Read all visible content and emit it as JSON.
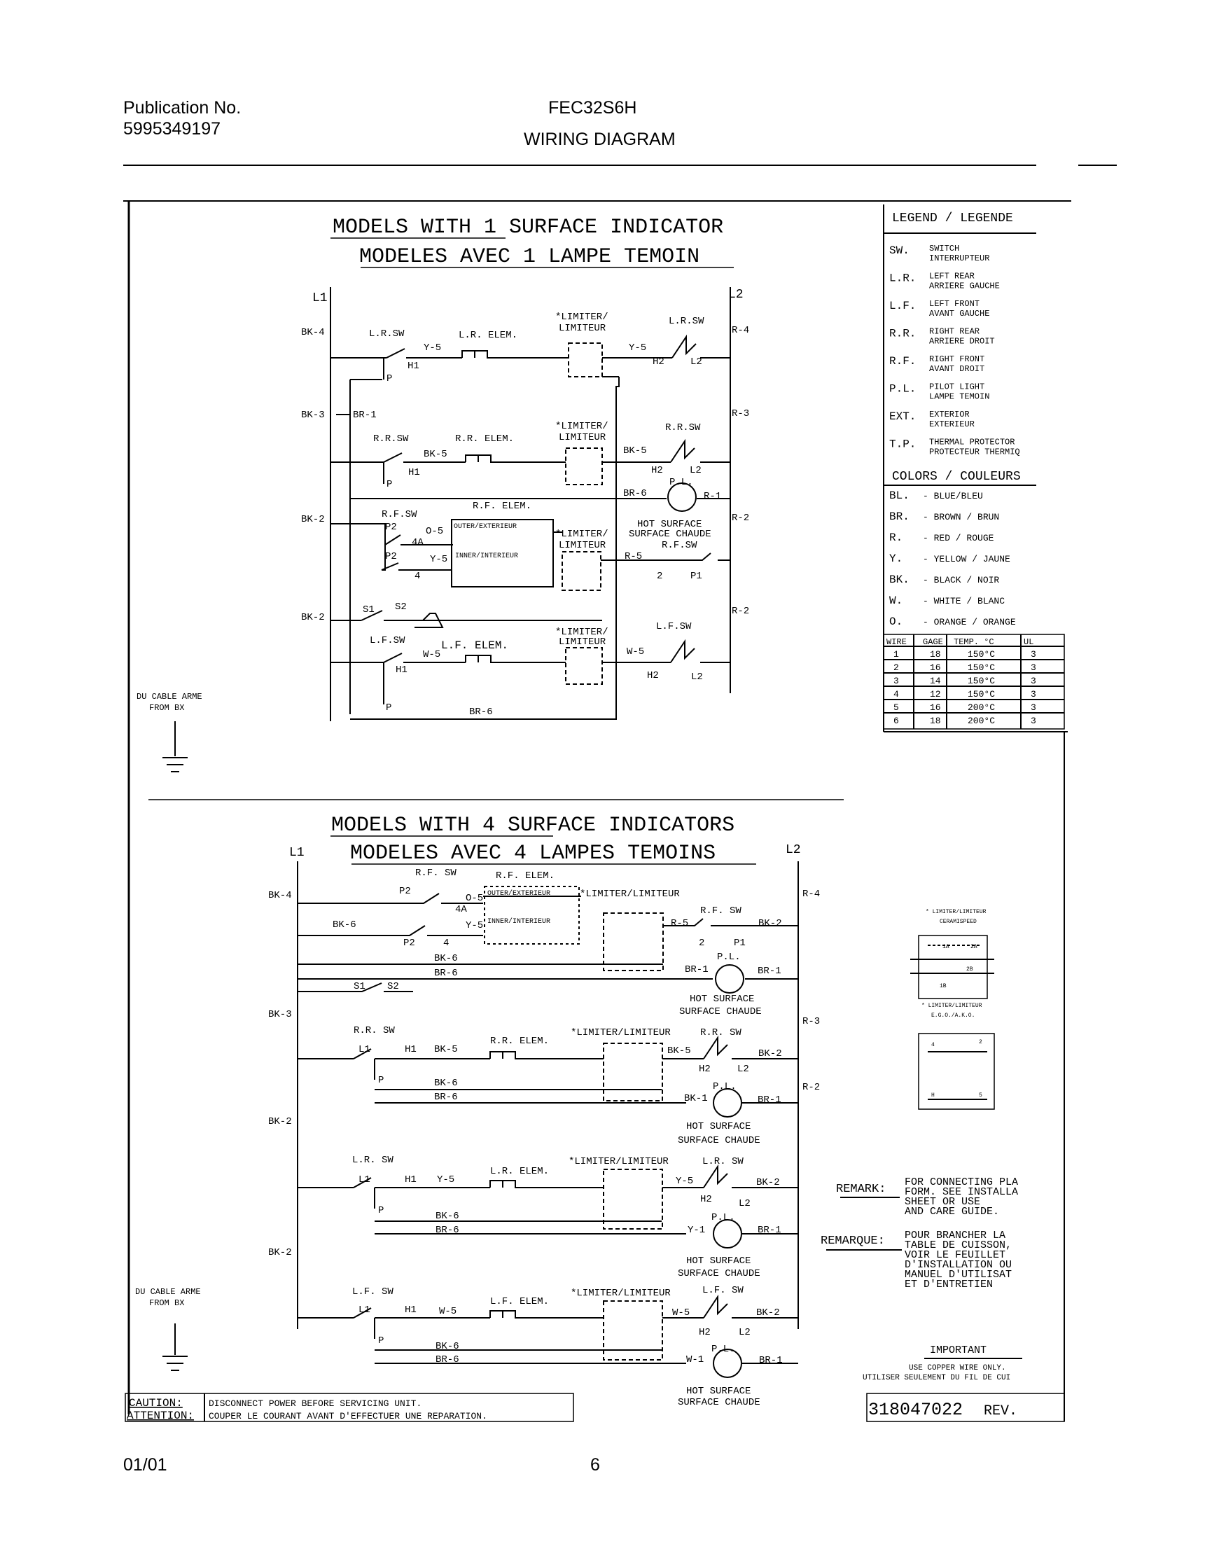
{
  "header": {
    "publication_label": "Publication No.",
    "publication_number": "5995349197",
    "model": "FEC32S6H",
    "doc_title": "WIRING DIAGRAM"
  },
  "footer": {
    "date": "01/01",
    "page": "6"
  },
  "top_diagram": {
    "title_en": "MODELS WITH 1 SURFACE INDICATOR",
    "title_fr": "MODELES AVEC 1 LAMPE TEMOIN",
    "l1": "L1",
    "l2": "L2",
    "labels": {
      "bk4": "BK-4",
      "bk3": "BK-3",
      "bk2a": "BK-2",
      "bk2b": "BK-2",
      "br1": "BR-1",
      "r4": "R-4",
      "r3": "R-3",
      "r2a": "R-2",
      "r2b": "R-2",
      "lrsw": "L.R.SW",
      "lrelem": "L.R. ELEM.",
      "y5a": "Y-5",
      "h1a": "H1",
      "pa": "P",
      "limiter1": "*LIMITER/",
      "limiteur1": "LIMITEUR",
      "lrsw2": "L.R.SW",
      "y5b": "Y-5",
      "h2a": "H2",
      "l2a": "L2",
      "rrsw": "R.R.SW",
      "rrelem": "R.R. ELEM.",
      "bk5a": "BK-5",
      "h1b": "H1",
      "pb": "P",
      "limiter2": "*LIMITER/",
      "limiteur2": "LIMITEUR",
      "rrsw2": "R.R.SW",
      "bk5b": "BK-5",
      "h2b": "H2",
      "l2b": "L2",
      "pl": "P.L.",
      "br6a": "BR-6",
      "r1": "R-1",
      "rfsw": "R.F.SW",
      "rfelem": "R.F. ELEM.",
      "p2a": "P2",
      "o5": "O-5",
      "a4": "4A",
      "p2b": "P2",
      "y5c": "Y-5",
      "four": "4",
      "outer": "OUTER/EXTERIEUR",
      "inner": "INNER/INTERIEUR",
      "limiter3": "*LIMITER/",
      "limiteur3": "LIMITEUR",
      "hot1": "HOT SURFACE",
      "hot2": "SURFACE CHAUDE",
      "rfsw2": "R.F.SW",
      "r5": "R-5",
      "two": "2",
      "p1": "P1",
      "s1": "S1",
      "s2": "S2",
      "lfsw": "L.F.SW",
      "lfelem": "L.F. ELEM.",
      "w5a": "W-5",
      "h1c": "H1",
      "limiter4": "*LIMITER/",
      "limiteur4": "LIMITEUR",
      "lfsw2": "L.F.SW",
      "w5b": "W-5",
      "h2c": "H2",
      "l2c": "L2",
      "pc": "P",
      "br6b": "BR-6",
      "cable1": "DU CABLE ARME",
      "cable2": "FROM BX"
    }
  },
  "bottom_diagram": {
    "title_en": "MODELS WITH 4 SURFACE INDICATORS",
    "title_fr": "MODELES AVEC 4 LAMPES TEMOINS",
    "l1": "L1",
    "l2": "L2",
    "labels": {
      "bk4": "BK-4",
      "bk3": "BK-3",
      "bk2a": "BK-2",
      "bk2b": "BK-2",
      "r4": "R-4",
      "r3": "R-3",
      "r2": "R-2",
      "rfsw": "R.F. SW",
      "rfelem": "R.F. ELEM.",
      "p2a": "P2",
      "o5": "O-5",
      "a4": "4A",
      "bk6a": "BK-6",
      "y5": "Y-5",
      "p2b": "P2",
      "four": "4",
      "outer": "OUTER/EXTERIEUR",
      "inner": "INNER/INTERIEUR",
      "lim1": "*LIMITER/LIMITEUR",
      "rfsw2": "R.F. SW",
      "r5": "R-5",
      "bk2c": "BK-2",
      "two": "2",
      "p1": "P1",
      "bk6b": "BK-6",
      "br6a": "BR-6",
      "pl1": "P.L.",
      "br1a": "BR-1",
      "br1b": "BR-1",
      "s1": "S1",
      "s2": "S2",
      "hot1a": "HOT SURFACE",
      "hot1b": "SURFACE CHAUDE",
      "rrsw": "R.R. SW",
      "l1b": "L1",
      "h1a": "H1",
      "bk5a": "BK-5",
      "rrelem": "R.R. ELEM.",
      "lim2": "*LIMITER/LIMITEUR",
      "rrsw2": "R.R. SW",
      "bk5b": "BK-5",
      "bk2d": "BK-2",
      "h2a": "H2",
      "l2a": "L2",
      "pa": "P",
      "bk6c": "BK-6",
      "br6b": "BR-6",
      "pl2": "P.L.",
      "bk1": "BK-1",
      "br1c": "BR-1",
      "hot2a": "HOT SURFACE",
      "hot2b": "SURFACE CHAUDE",
      "lrsw": "L.R. SW",
      "l1c": "L1",
      "h1b": "H1",
      "y5b": "Y-5",
      "lrelem": "L.R. ELEM.",
      "lim3": "*LIMITER/LIMITEUR",
      "lrsw2": "L.R. SW",
      "y5c": "Y-5",
      "bk2e": "BK-2",
      "h2b": "H2",
      "l2b": "L2",
      "pb": "P",
      "bk6d": "BK-6",
      "br6c": "BR-6",
      "pl3": "P.L.",
      "y1": "Y-1",
      "br1d": "BR-1",
      "hot3a": "HOT SURFACE",
      "hot3b": "SURFACE CHAUDE",
      "lfsw": "L.F. SW",
      "l1d": "L1",
      "h1c": "H1",
      "w5a": "W-5",
      "lfelem": "L.F. ELEM.",
      "lim4": "*LIMITER/LIMITEUR",
      "lfsw2": "L.F. SW",
      "w5b": "W-5",
      "bk2f": "BK-2",
      "h2c": "H2",
      "l2c": "L2",
      "pc": "P",
      "bk6e": "BK-6",
      "br6d": "BR-6",
      "pl4": "P.L.",
      "w1": "W-1",
      "br1e": "BR-1",
      "hot4a": "HOT SURFACE",
      "hot4b": "SURFACE CHAUDE",
      "cable1": "DU CABLE ARME",
      "cable2": "FROM BX"
    }
  },
  "legend": {
    "title": "LEGEND / LEGENDE",
    "items": [
      {
        "abbr": "SW.",
        "en": "SWITCH",
        "fr": "INTERRUPTEUR"
      },
      {
        "abbr": "L.R.",
        "en": "LEFT REAR",
        "fr": "ARRIERE GAUCHE"
      },
      {
        "abbr": "L.F.",
        "en": "LEFT FRONT",
        "fr": "AVANT GAUCHE"
      },
      {
        "abbr": "R.R.",
        "en": "RIGHT REAR",
        "fr": "ARRIERE DROIT"
      },
      {
        "abbr": "R.F.",
        "en": "RIGHT FRONT",
        "fr": "AVANT DROIT"
      },
      {
        "abbr": "P.L.",
        "en": "PILOT LIGHT",
        "fr": "LAMPE TEMOIN"
      },
      {
        "abbr": "EXT.",
        "en": "EXTERIOR",
        "fr": "EXTERIEUR"
      },
      {
        "abbr": "T.P.",
        "en": "THERMAL PROTECTOR",
        "fr": "PROTECTEUR THERMIQ"
      }
    ],
    "colors_title": "COLORS / COULEURS",
    "colors": [
      {
        "abbr": "BL.",
        "name": "- BLUE/BLEU"
      },
      {
        "abbr": "BR.",
        "name": "- BROWN / BRUN"
      },
      {
        "abbr": "R.",
        "name": "- RED / ROUGE"
      },
      {
        "abbr": "Y.",
        "name": "- YELLOW / JAUNE"
      },
      {
        "abbr": "BK.",
        "name": "- BLACK / NOIR"
      },
      {
        "abbr": "W.",
        "name": "- WHITE / BLANC"
      },
      {
        "abbr": "O.",
        "name": "- ORANGE / ORANGE"
      }
    ],
    "wire_table": {
      "headers": [
        "WIRE",
        "GAGE",
        "TEMP. °C",
        "UL"
      ],
      "rows": [
        [
          "1",
          "18",
          "150°C",
          "3"
        ],
        [
          "2",
          "16",
          "150°C",
          "3"
        ],
        [
          "3",
          "14",
          "150°C",
          "3"
        ],
        [
          "4",
          "12",
          "150°C",
          "3"
        ],
        [
          "5",
          "16",
          "200°C",
          "3"
        ],
        [
          "6",
          "18",
          "200°C",
          "3"
        ]
      ]
    }
  },
  "limiter_details": {
    "ceramispeed_1": "* LIMITER/LIMITEUR",
    "ceramispeed_2": "CERAMISPEED",
    "ego_1": "* LIMITER/LIMITEUR",
    "ego_2": "E.G.O./A.K.O.",
    "c1a": "1A",
    "c2a": "2A",
    "c1b": "1B",
    "c2b": "2B",
    "e4": "4",
    "e2": "2",
    "eh": "H",
    "e5": "5"
  },
  "remark": {
    "label": "REMARK:",
    "lines": [
      "FOR CONNECTING PLA",
      "FORM. SEE INSTALLA",
      "SHEET OR USE",
      "AND CARE GUIDE."
    ]
  },
  "remarque": {
    "label": "REMARQUE:",
    "lines": [
      "POUR BRANCHER LA",
      "TABLE DE CUISSON,",
      "VOIR LE FEUILLET",
      "D'INSTALLATION OU",
      "MANUEL D'UTILISAT",
      "ET D'ENTRETIEN"
    ]
  },
  "important": {
    "label": "IMPORTANT",
    "line1": "USE COPPER WIRE ONLY.",
    "line2": "UTILISER SEULEMENT DU FIL DE CUI"
  },
  "part_number": "318047022",
  "rev_label": "REV.",
  "caution": {
    "label_en": "CAUTION:",
    "label_fr": "ATTENTION:",
    "text_en": "DISCONNECT POWER BEFORE SERVICING UNIT.",
    "text_fr": "COUPER LE COURANT AVANT D'EFFECTUER UNE REPARATION."
  }
}
